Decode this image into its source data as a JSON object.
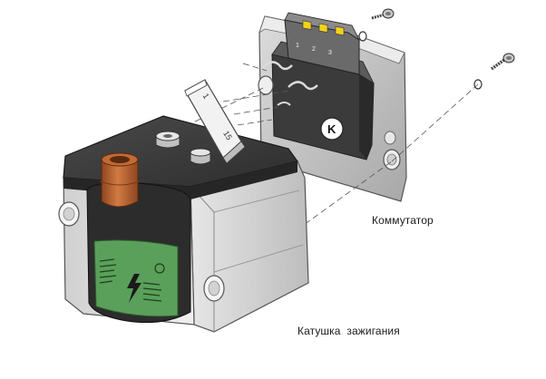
{
  "labels": {
    "commutator": "Коммутатор",
    "ignition_coil": "Катушка  зажигания"
  },
  "connector": {
    "pin_1": "1",
    "pin_2": "2",
    "pin_3": "3"
  },
  "terminal_clip": {
    "mark_1": "1",
    "mark_15": "15"
  },
  "commutator_badge": "K",
  "colors": {
    "housing_light": "#d9d9d9",
    "housing_mid": "#b9b9b9",
    "housing_dark": "#8c8c8c",
    "coil_top": "#3a3a3a",
    "coil_side": "#2a2a2a",
    "hv_tower": "#b9622d",
    "sticker_green": "#5aa05a",
    "pin_yellow": "#f2d21a"
  }
}
